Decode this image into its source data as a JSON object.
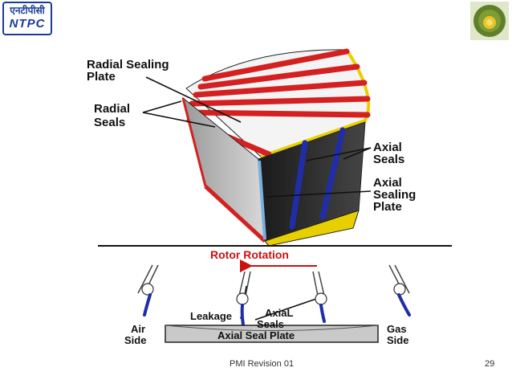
{
  "header": {
    "logo_hindi": "एनटीपीसी",
    "logo_english": "NTPC"
  },
  "diagram": {
    "labels": {
      "radial_sealing_plate_line1": "Radial Sealing",
      "radial_sealing_plate_line2": "Plate",
      "radial_seals_line1": "Radial",
      "radial_seals_line2": "Seals",
      "axial_seals_line1": "Axial",
      "axial_seals_line2": "Seals",
      "axial_sealing_plate_line1": "Axial",
      "axial_sealing_plate_line2": "Sealing",
      "axial_sealing_plate_line3": "Plate",
      "rotor_rotation": "Rotor Rotation",
      "leakage": "Leakage",
      "axial_seals_lower_line1": "AxiaL",
      "axial_seals_lower_line2": "Seals",
      "air_side_line1": "Air",
      "air_side_line2": "Side",
      "gas_side_line1": "Gas",
      "gas_side_line2": "Side",
      "axial_seal_plate": "Axial Seal Plate"
    }
  },
  "footer": {
    "revision": "PMI Revision 01",
    "page_number": "29"
  },
  "colors": {
    "seal_red": "#d42020",
    "seal_yellow": "#e8d000",
    "seal_blue": "#1f2ea8",
    "logo_blue": "#1a3a9c",
    "rotation_red": "#cc1010"
  }
}
